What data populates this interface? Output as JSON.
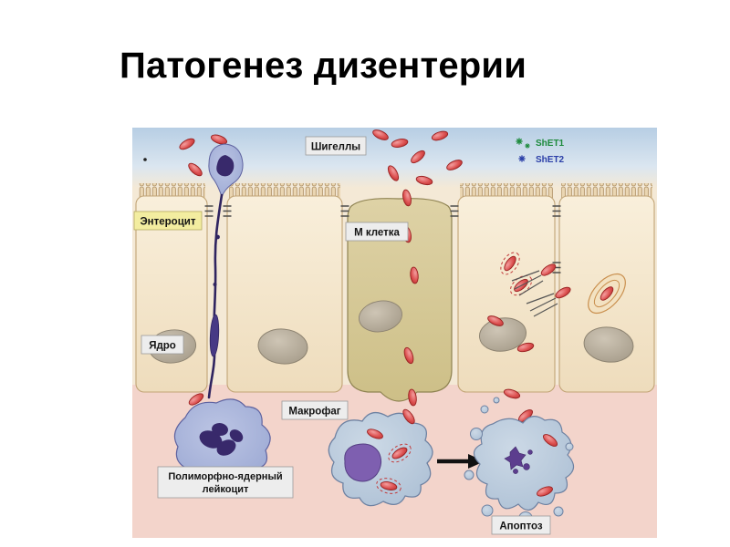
{
  "slide": {
    "title": "Патогенез дизентерии"
  },
  "diagram": {
    "labels": {
      "shigella": "Шигеллы",
      "enterocyte": "Энтероцит",
      "m_cell": "М клетка",
      "nucleus": "Ядро",
      "macrophage": "Макрофаг",
      "pmn_line1": "Полиморфно-ядерный",
      "pmn_line2": "лейкоцит",
      "apoptosis": "Апоптоз"
    },
    "legend": {
      "shet1": "ShET1",
      "shet2": "ShET2"
    },
    "colors": {
      "shet1_color": "#1d8a3c",
      "shet2_color": "#2b3fa8",
      "lumen": "#b7cee4",
      "epithelium_cell": "#f3e6cb",
      "m_cell": "#d5c996",
      "lamina_propria": "#f3d4cb",
      "bacteria": "#d94f4f",
      "cell_nucleus": "#b2a896",
      "leukocyte": "#9fadd6",
      "leukocyte_nucleus": "#38296b",
      "macrophage": "#b5c7da",
      "macrophage_nucleus": "#7e5fb0",
      "label_bg": "#ededed",
      "enterocyte_label_bg": "#f3eda0"
    }
  }
}
